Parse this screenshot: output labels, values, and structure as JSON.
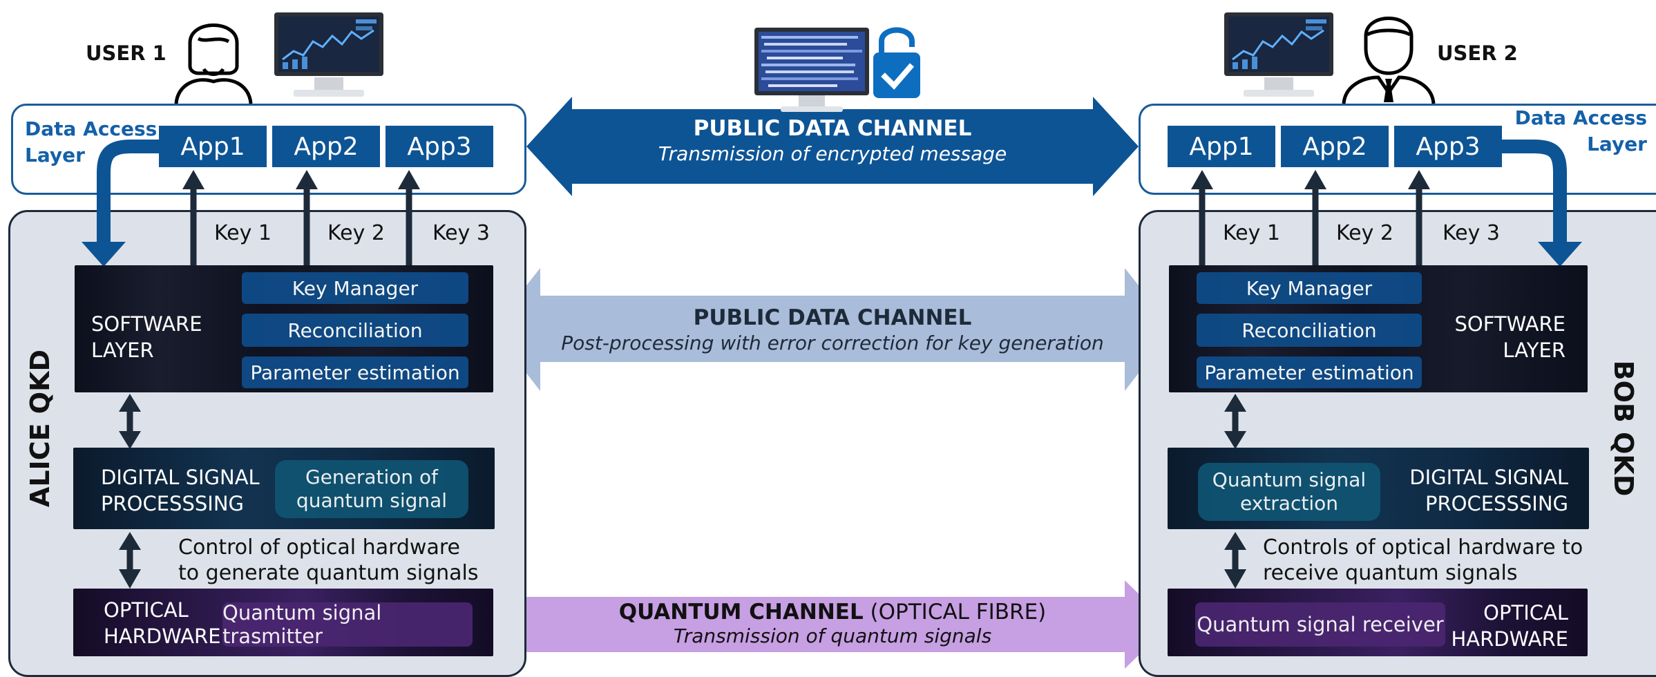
{
  "colors": {
    "accent_blue": "#0d5495",
    "light_channel": "#a9bcd9",
    "quantum_channel": "#c79fe3",
    "panel_bg": "#dde2ea"
  },
  "user1": {
    "label": "USER 1"
  },
  "user2": {
    "label": "USER 2"
  },
  "center_icons": [
    "encrypted-monitor-icon",
    "padlock-check-icon"
  ],
  "alice": {
    "title": "ALICE QKD",
    "access_label_line1": "Data Access",
    "access_label_line2": "Layer",
    "apps": [
      "App1",
      "App2",
      "App3"
    ],
    "keys": [
      "Key 1",
      "Key 2",
      "Key 3"
    ],
    "software_line1": "SOFTWARE",
    "software_line2": "LAYER",
    "software_boxes": [
      "Key Manager",
      "Reconciliation",
      "Parameter estimation"
    ],
    "dsp_line1": "DIGITAL SIGNAL",
    "dsp_line2": "PROCESSSING",
    "dsp_box_line1": "Generation of",
    "dsp_box_line2": "quantum signal",
    "control_line1": "Control of optical hardware",
    "control_line2": "to generate quantum signals",
    "optical_line1": "OPTICAL",
    "optical_line2": "HARDWARE",
    "optical_box": "Quantum signal trasmitter"
  },
  "bob": {
    "title": "BOB QKD",
    "access_label_line1": "Data Access",
    "access_label_line2": "Layer",
    "apps": [
      "App1",
      "App2",
      "App3"
    ],
    "keys": [
      "Key 1",
      "Key 2",
      "Key 3"
    ],
    "software_line1": "SOFTWARE",
    "software_line2": "LAYER",
    "software_boxes": [
      "Key Manager",
      "Reconciliation",
      "Parameter estimation"
    ],
    "dsp_line1": "DIGITAL SIGNAL",
    "dsp_line2": "PROCESSSING",
    "dsp_box_line1": "Quantum signal",
    "dsp_box_line2": "extraction",
    "control_line1": "Controls of optical hardware to",
    "control_line2": "receive quantum signals",
    "optical_line1": "OPTICAL",
    "optical_line2": "HARDWARE",
    "optical_box": "Quantum signal receiver"
  },
  "channels": {
    "public_top": {
      "title": "PUBLIC DATA CHANNEL",
      "subtitle": "Transmission of encrypted message"
    },
    "public_mid": {
      "title": "PUBLIC DATA CHANNEL",
      "subtitle": "Post-processing with error correction for key generation"
    },
    "quantum": {
      "title_bold": "QUANTUM CHANNEL",
      "title_rest": " (OPTICAL FIBRE)",
      "subtitle": "Transmission of quantum signals"
    }
  }
}
